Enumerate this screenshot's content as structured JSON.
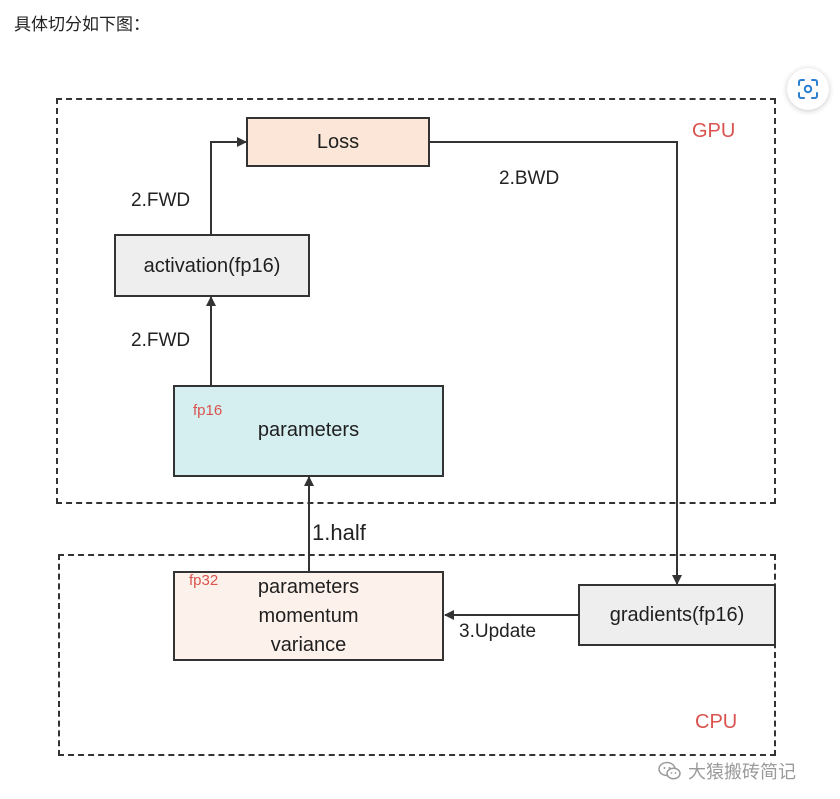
{
  "intro": "具体切分如下图：",
  "regions": {
    "gpu": {
      "label": "GPU"
    },
    "cpu": {
      "label": "CPU"
    }
  },
  "nodes": {
    "loss": {
      "label": "Loss"
    },
    "activation": {
      "label": "activation(fp16)"
    },
    "gpu_params": {
      "tag": "fp16",
      "label": "parameters"
    },
    "cpu_states": {
      "tag": "fp32",
      "lines": [
        "parameters",
        "momentum",
        "variance"
      ]
    },
    "gradients": {
      "label": "gradients(fp16)"
    }
  },
  "edges": {
    "fwd_to_loss": "2.FWD",
    "fwd_to_activation": "2.FWD",
    "bwd": "2.BWD",
    "half": "1.half",
    "update": "3.Update"
  },
  "watermark": {
    "text": "大猿搬砖简记"
  },
  "colors": {
    "loss_fill": "#fbe6d7",
    "neutral_fill": "#eeeeee",
    "params_fill": "#d5eef0",
    "cpu_states_fill": "#fdf1eb",
    "accent_red": "#d9534f"
  }
}
